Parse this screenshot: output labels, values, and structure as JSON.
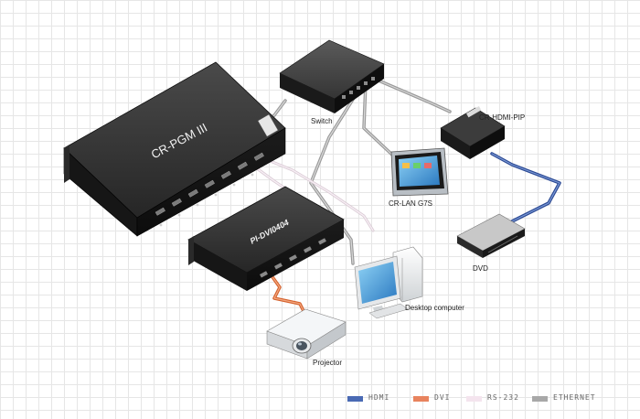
{
  "devices": {
    "pgm": "CR-PGM III",
    "switch": "Switch",
    "hdmi_pip": "CR-HDMI-PIP",
    "lan_panel": "CR-LAN G7S",
    "dvi_matrix": "PI-DVI0404",
    "dvd": "DVD",
    "desktop": "Desktop computer",
    "projector": "Projector"
  },
  "legend": [
    {
      "label": "HDMI",
      "color": "#4a6ab4"
    },
    {
      "label": "DVI",
      "color": "#e8835e"
    },
    {
      "label": "RS-232",
      "color": "#f4e4ee"
    },
    {
      "label": "ETHERNET",
      "color": "#a8a8a8"
    }
  ],
  "colors": {
    "device_dark": "#1e1e1e",
    "device_mid": "#3a3a3a",
    "screen_blue": "#5aa0d8"
  }
}
